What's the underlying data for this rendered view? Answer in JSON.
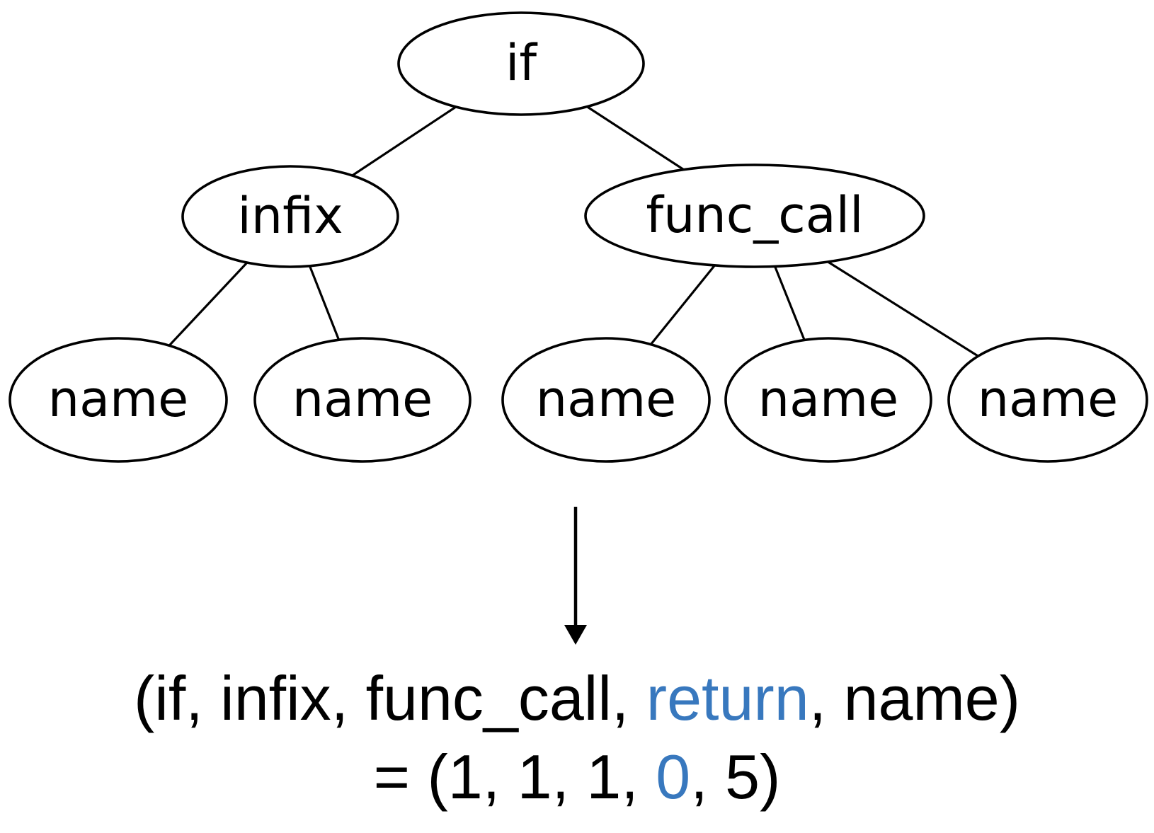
{
  "colors": {
    "ink": "#000000",
    "accent": "#3878BE",
    "background": "#FFFFFF"
  },
  "tree": {
    "description": "abstract-syntax-tree of node types",
    "nodes": [
      {
        "id": "if",
        "label": "if",
        "children": [
          "infix",
          "func_call"
        ]
      },
      {
        "id": "infix",
        "label": "infix",
        "children": [
          "name-1",
          "name-2"
        ]
      },
      {
        "id": "func_call",
        "label": "func_call",
        "children": [
          "name-3",
          "name-4",
          "name-5"
        ]
      },
      {
        "id": "name-1",
        "label": "name",
        "children": []
      },
      {
        "id": "name-2",
        "label": "name",
        "children": []
      },
      {
        "id": "name-3",
        "label": "name",
        "children": []
      },
      {
        "id": "name-4",
        "label": "name",
        "children": []
      },
      {
        "id": "name-5",
        "label": "name",
        "children": []
      }
    ],
    "edges": [
      [
        "if",
        "infix"
      ],
      [
        "if",
        "func_call"
      ],
      [
        "infix",
        "name-1"
      ],
      [
        "infix",
        "name-2"
      ],
      [
        "func_call",
        "name-3"
      ],
      [
        "func_call",
        "name-4"
      ],
      [
        "func_call",
        "name-5"
      ]
    ]
  },
  "equation": {
    "line1": {
      "pre": "(if, infix, func_call, ",
      "highlight": "return",
      "post": ", name)"
    },
    "line2": {
      "pre": "= (1, 1, 1, ",
      "highlight": "0",
      "post": ", 5)"
    }
  },
  "tuple": {
    "node_types": [
      "if",
      "infix",
      "func_call",
      "return",
      "name"
    ],
    "counts": [
      1,
      1,
      1,
      0,
      5
    ]
  }
}
